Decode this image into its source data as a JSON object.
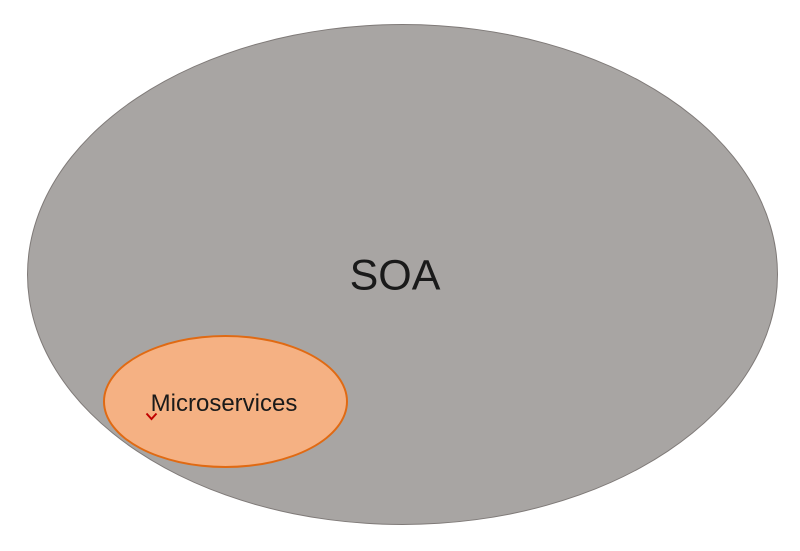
{
  "diagram": {
    "type": "venn-subset",
    "background": "#ffffff",
    "outer_set": {
      "label": "SOA",
      "fill": "#a8a5a3",
      "border_color": "#7f7a78",
      "text_color": "#1a1a1a"
    },
    "inner_set": {
      "label": "Microservices",
      "fill": "#f5b183",
      "border_color": "#e06a13",
      "text_color": "#1a1a1a"
    },
    "annotations": {
      "spellcheck_mark": {
        "meaning": "autocorrect-caret",
        "color": "#c00000"
      }
    }
  }
}
